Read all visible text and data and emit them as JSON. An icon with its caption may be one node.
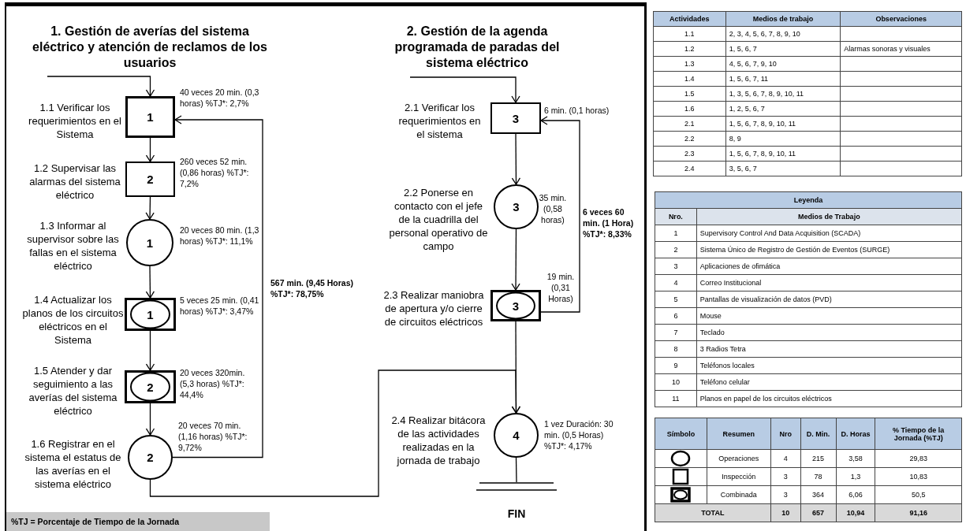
{
  "diagram": {
    "nodes": [
      {
        "text": [
          "1"
        ],
        "beside": [
          "1.1 Verificar los requerimientos en el Sistema",
          "40 veces 20 min. (0,3 horas) %TJ*: 2,7%"
        ]
      },
      {
        "text": [
          "2"
        ],
        "beside": [
          "1.2 Supervisar las alarmas del sistema eléctrico",
          "260 veces 52 min. (0,86 horas) %TJ*: 7,2%"
        ]
      },
      {
        "text": [
          "1"
        ],
        "beside": [
          "1.3 Informar al supervisor sobre las fallas en el sistema eléctrico",
          "20 veces 80 min. (1,3 horas) %TJ*: 11,1%"
        ]
      },
      {
        "text": [
          "1"
        ],
        "beside": [
          "1.4 Actualizar los planos de los circuitos eléctricos en el Sistema",
          "5 veces 25 min. (0,41 horas) %TJ*: 3,47%"
        ]
      },
      {
        "text": [
          "2"
        ],
        "beside": [
          "1.5 Atender y dar seguimiento a las averías del sistema eléctrico",
          "20 veces 320min. (5,3 horas) %TJ*: 44,4%"
        ]
      },
      {
        "text": [
          "2"
        ],
        "beside": [
          "1.6 Registrar en el sistema el estatus de las averías en el sistema eléctrico",
          "20 veces 70 min. (1,16 horas) %TJ*: 9,72%"
        ]
      },
      {
        "text": [
          "3"
        ],
        "beside": [
          "2.1 Verificar los requerimientos en el sistema",
          "6 min. (0,1 horas)"
        ]
      },
      {
        "text": [
          "3"
        ],
        "beside": [
          "2.2 Ponerse en contacto con el jefe de la cuadrilla del personal operativo de campo",
          "35 min. (0,58 horas)"
        ]
      },
      {
        "text": [
          "3"
        ],
        "beside": [
          "2.3 Realizar maniobra de apertura y/o cierre de circuitos eléctricos",
          "19 min. (0,31 Horas)"
        ]
      },
      {
        "text": [
          "4"
        ],
        "beside": [
          "2.4 Realizar bitácora de las actividades realizadas en la jornada de trabajo",
          "1 vez Duración: 30 min. (0,5 Horas) %TJ*: 4,17%"
        ]
      },
      {
        "text": [
          "FIN"
        ]
      },
      {
        "text": [
          "%TJ = Porcentaje de Tiempo de la Jornada"
        ]
      }
    ],
    "edges": [
      {
        "from": null,
        "to": 0,
        "arrow": "to"
      },
      {
        "from": 0,
        "to": 1,
        "arrow": "to"
      },
      {
        "from": 1,
        "to": 2,
        "arrow": "to"
      },
      {
        "from": 2,
        "to": 3,
        "arrow": "to"
      },
      {
        "from": 3,
        "to": 4,
        "arrow": "to"
      },
      {
        "from": 4,
        "to": 5,
        "arrow": "to"
      },
      {
        "from": 5,
        "to": 0,
        "arrow": "to",
        "label": "567 min. (9,45 Horas) %TJ*: 78,75%"
      },
      {
        "from": 5,
        "to": 9,
        "arrow": "to"
      },
      {
        "from": null,
        "to": 6,
        "arrow": "to"
      },
      {
        "from": 6,
        "to": 7,
        "arrow": "to"
      },
      {
        "from": 7,
        "to": 8,
        "arrow": "to"
      },
      {
        "from": 8,
        "to": 6,
        "arrow": "to",
        "label": "6 veces 60 min. (1 Hora) %TJ*: 8,33%"
      },
      {
        "from": 8,
        "to": 9,
        "arrow": "to"
      },
      {
        "from": 9,
        "to": 10,
        "arrow": "none"
      }
    ],
    "labels": [
      "1. Gestión de averías del sistema eléctrico y atención de reclamos de los usuarios",
      "2. Gestión de la agenda programada de paradas del sistema eléctrico",
      "Actividades",
      "Medios de trabajo",
      "Observaciones",
      "1.1",
      "2, 3, 4, 5, 6, 7, 8, 9, 10",
      "1.2",
      "1, 5, 6, 7",
      "Alarmas sonoras y visuales",
      "1.3",
      "4, 5, 6, 7, 9, 10",
      "1.4",
      "1, 5, 6, 7, 11",
      "1.5",
      "1, 3, 5, 6, 7, 8, 9, 10, 11",
      "1.6",
      "1, 2, 5, 6, 7",
      "2.1",
      "1, 5, 6, 7, 8, 9, 10, 11",
      "2.2",
      "8, 9",
      "2.3",
      "1, 5, 6, 7, 8, 9, 10, 11",
      "2.4",
      "3, 5, 6, 7",
      "Leyenda",
      "Nro.",
      "Medios de Trabajo",
      "1",
      "Supervisory Control And Data Acquisition (SCADA)",
      "2",
      "Sistema Único de Registro de Gestión de Eventos (SURGE)",
      "3",
      "Aplicaciones de ofimática",
      "4",
      "Correo Institucional",
      "5",
      "Pantallas de visualización de datos (PVD)",
      "6",
      "Mouse",
      "7",
      "Teclado",
      "8",
      "3 Radios Tetra",
      "9",
      "Teléfonos locales",
      "10",
      "Teléfono celular",
      "11",
      "Planos en papel de los circuitos eléctricos",
      "Símbolo",
      "Resumen",
      "Nro",
      "D. Min.",
      "D. Horas",
      "% Tiempo de la Jornada (%TJ)",
      "Operaciones",
      "4",
      "215",
      "3,58",
      "29,83",
      "Inspección",
      "3",
      "78",
      "1,3",
      "10,83",
      "Combinada",
      "3",
      "364",
      "6,06",
      "50,5",
      "TOTAL",
      "10",
      "657",
      "10,94",
      "91,16"
    ]
  }
}
